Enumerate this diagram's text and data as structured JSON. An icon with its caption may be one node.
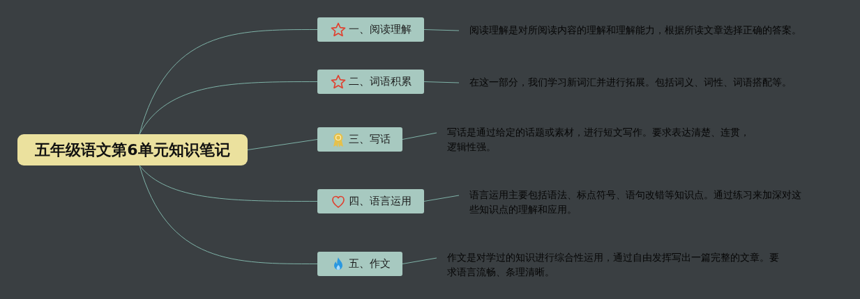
{
  "diagram": {
    "nodes": [
      {
        "text": [
          "五年级语文第6单元知识笔记"
        ]
      },
      {
        "text": [
          "一、阅读理解"
        ]
      },
      {
        "text": [
          "二、词语积累"
        ]
      },
      {
        "text": [
          "三、写话"
        ]
      },
      {
        "text": [
          "四、语言运用"
        ]
      },
      {
        "text": [
          "五、作文"
        ]
      },
      {
        "text": [
          "阅读理解是对所阅读内容的理解和理解能力，根据所读文章选择正确的答案。"
        ]
      },
      {
        "text": [
          "在这一部分，我们学习新词汇并进行拓展。包括词义、词性、词语搭配等。"
        ]
      },
      {
        "text": [
          "写话是通过给定的话题或素材，进行短文写作。要求表达清楚、连贯，逻辑性强。"
        ]
      },
      {
        "text": [
          "语言运用主要包括语法、标点符号、语句改错等知识点。通过练习来加深对这些知识点的理解和应用。"
        ]
      },
      {
        "text": [
          "作文是对学过的知识进行综合性运用，通过自由发挥写出一篇完整的文章。要求语言流畅、条理清晰。"
        ]
      }
    ],
    "edges": [
      {
        "from": 0,
        "to": 1,
        "arrow": "none"
      },
      {
        "from": 0,
        "to": 2,
        "arrow": "none"
      },
      {
        "from": 0,
        "to": 3,
        "arrow": "none"
      },
      {
        "from": 0,
        "to": 4,
        "arrow": "none"
      },
      {
        "from": 0,
        "to": 5,
        "arrow": "none"
      },
      {
        "from": 1,
        "to": 6,
        "arrow": "none"
      },
      {
        "from": 2,
        "to": 7,
        "arrow": "none"
      },
      {
        "from": 3,
        "to": 8,
        "arrow": "none"
      },
      {
        "from": 4,
        "to": 9,
        "arrow": "none"
      },
      {
        "from": 5,
        "to": 10,
        "arrow": "none"
      }
    ]
  }
}
